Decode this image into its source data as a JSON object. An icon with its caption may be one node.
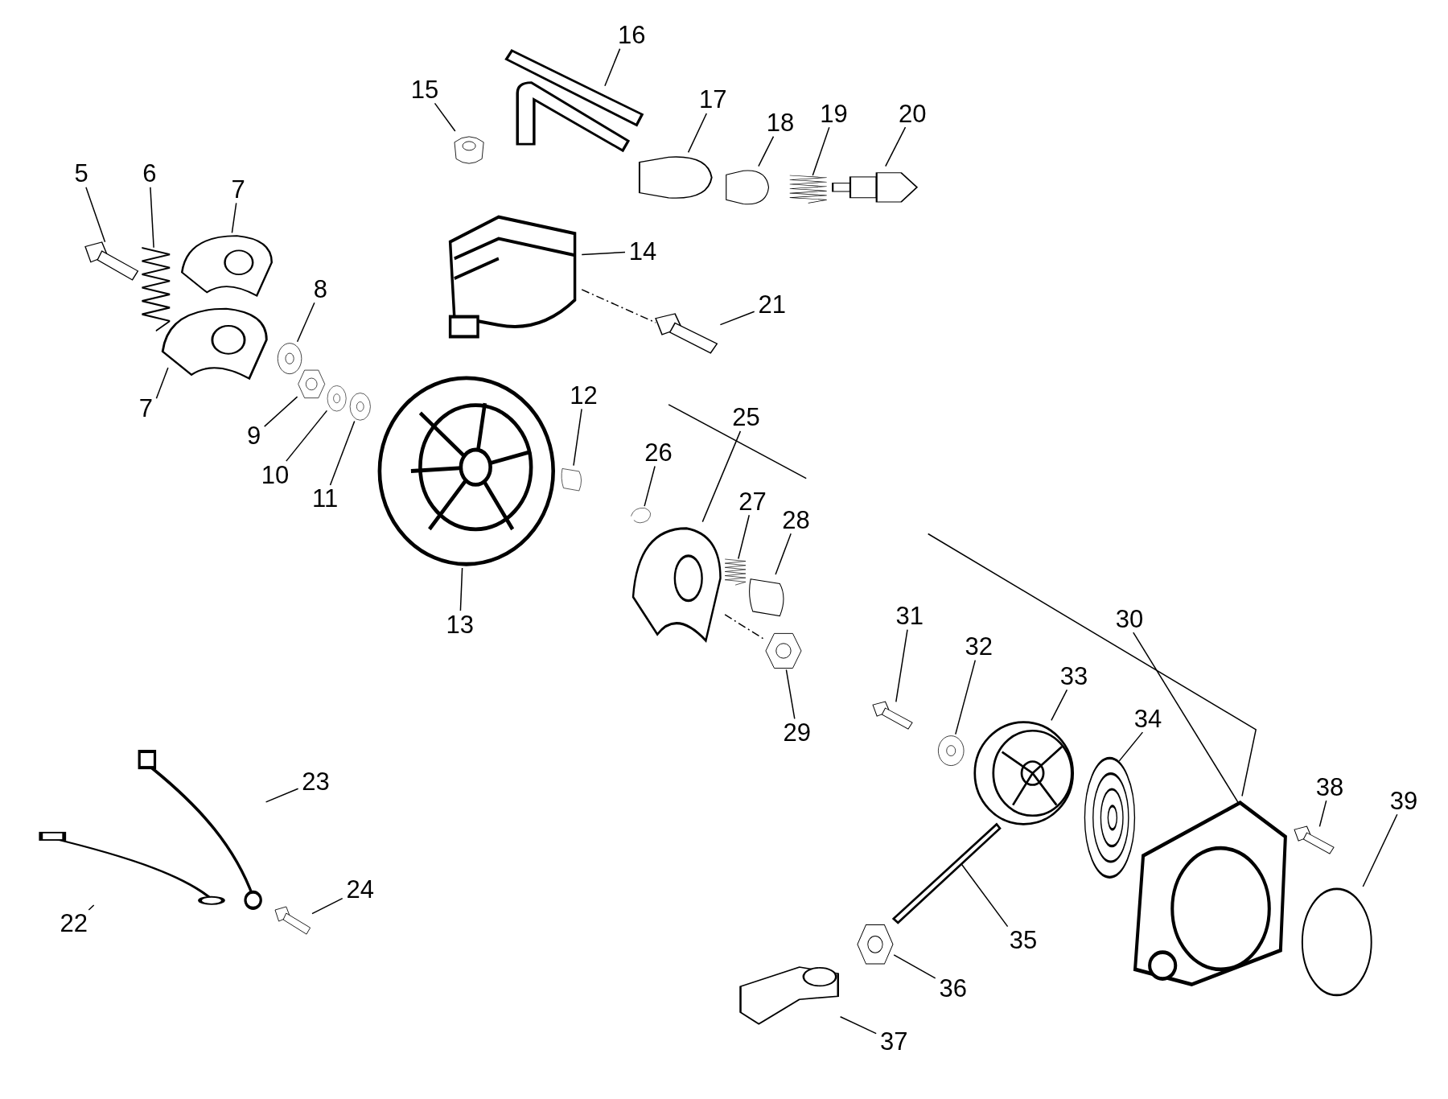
{
  "diagram": {
    "nodes": [
      {
        "text": [
          "5"
        ]
      },
      {
        "text": [],
        "shape": "bolt"
      },
      {
        "text": [
          "6"
        ]
      },
      {
        "text": [],
        "shape": "spring"
      },
      {
        "text": [
          "7"
        ]
      },
      {
        "text": [],
        "shape": "shoe"
      },
      {
        "text": [
          "8"
        ]
      },
      {
        "text": [],
        "shape": "washer"
      },
      {
        "text": [
          "7"
        ]
      },
      {
        "text": [],
        "shape": "shoe"
      },
      {
        "text": [
          "9"
        ]
      },
      {
        "text": [],
        "shape": "nut"
      },
      {
        "text": [
          "10"
        ]
      },
      {
        "text": [],
        "shape": "washer"
      },
      {
        "text": [
          "11"
        ]
      },
      {
        "text": [],
        "shape": "washer"
      },
      {
        "text": [
          "15"
        ]
      },
      {
        "text": [],
        "shape": "grommet"
      },
      {
        "text": [
          "16"
        ]
      },
      {
        "text": [],
        "shape": "tube"
      },
      {
        "text": [
          "14"
        ]
      },
      {
        "text": [],
        "shape": "coil"
      },
      {
        "text": [
          "17"
        ]
      },
      {
        "text": [],
        "shape": "cap"
      },
      {
        "text": [
          "18"
        ]
      },
      {
        "text": [],
        "shape": "cap"
      },
      {
        "text": [
          "19"
        ]
      },
      {
        "text": [],
        "shape": "spring"
      },
      {
        "text": [
          "20"
        ]
      },
      {
        "text": [],
        "shape": "plug"
      },
      {
        "text": [
          "21"
        ]
      },
      {
        "text": [],
        "shape": "bolt"
      },
      {
        "text": [
          "12"
        ]
      },
      {
        "text": [],
        "shape": "key"
      },
      {
        "text": [
          "13"
        ]
      },
      {
        "text": [],
        "shape": "flywheel"
      },
      {
        "text": [
          "25"
        ]
      },
      {
        "text": [],
        "shape": "shoe"
      },
      {
        "text": [
          "26"
        ]
      },
      {
        "text": [],
        "shape": "clip"
      },
      {
        "text": [
          "27"
        ]
      },
      {
        "text": [],
        "shape": "spring"
      },
      {
        "text": [
          "28"
        ]
      },
      {
        "text": [],
        "shape": "key"
      },
      {
        "text": [
          "29"
        ]
      },
      {
        "text": [],
        "shape": "nut"
      },
      {
        "text": [
          "22"
        ]
      },
      {
        "text": [],
        "shape": "wire"
      },
      {
        "text": [
          "23"
        ]
      },
      {
        "text": [],
        "shape": "wire"
      },
      {
        "text": [
          "24"
        ]
      },
      {
        "text": [],
        "shape": "bolt"
      },
      {
        "text": [
          "30"
        ]
      },
      {
        "text": [],
        "shape": "housing"
      },
      {
        "text": [
          "31"
        ]
      },
      {
        "text": [],
        "shape": "bolt"
      },
      {
        "text": [
          "32"
        ]
      },
      {
        "text": [],
        "shape": "washer"
      },
      {
        "text": [
          "33"
        ]
      },
      {
        "text": [],
        "shape": "pulley"
      },
      {
        "text": [
          "34"
        ]
      },
      {
        "text": [],
        "shape": "spiral"
      },
      {
        "text": [
          "35"
        ]
      },
      {
        "text": [],
        "shape": "rod"
      },
      {
        "text": [
          "36"
        ]
      },
      {
        "text": [],
        "shape": "nut"
      },
      {
        "text": [
          "37"
        ]
      },
      {
        "text": [],
        "shape": "handle"
      },
      {
        "text": [
          "38"
        ]
      },
      {
        "text": [],
        "shape": "bolt"
      },
      {
        "text": [
          "39"
        ]
      },
      {
        "text": [],
        "shape": "disk"
      }
    ],
    "edges": [
      {
        "from": 0,
        "to": 1,
        "arrow": "none"
      },
      {
        "from": 2,
        "to": 3,
        "arrow": "none"
      },
      {
        "from": 4,
        "to": 5,
        "arrow": "none"
      },
      {
        "from": 6,
        "to": 7,
        "arrow": "none"
      },
      {
        "from": 8,
        "to": 9,
        "arrow": "none"
      },
      {
        "from": 10,
        "to": 11,
        "arrow": "none"
      },
      {
        "from": 12,
        "to": 13,
        "arrow": "none"
      },
      {
        "from": 14,
        "to": 15,
        "arrow": "none"
      },
      {
        "from": 16,
        "to": 17,
        "arrow": "none"
      },
      {
        "from": 18,
        "to": 19,
        "arrow": "none"
      },
      {
        "from": 20,
        "to": 21,
        "arrow": "none"
      },
      {
        "from": 22,
        "to": 23,
        "arrow": "none"
      },
      {
        "from": 24,
        "to": 25,
        "arrow": "none"
      },
      {
        "from": 26,
        "to": 27,
        "arrow": "none"
      },
      {
        "from": 28,
        "to": 29,
        "arrow": "none"
      },
      {
        "from": 30,
        "to": 31,
        "arrow": "none"
      },
      {
        "from": 32,
        "to": 33,
        "arrow": "none"
      },
      {
        "from": 34,
        "to": 35,
        "arrow": "none"
      },
      {
        "from": 36,
        "to": 37,
        "arrow": "none"
      },
      {
        "from": 38,
        "to": 39,
        "arrow": "none"
      },
      {
        "from": 40,
        "to": 41,
        "arrow": "none"
      },
      {
        "from": 42,
        "to": 43,
        "arrow": "none"
      },
      {
        "from": 44,
        "to": 45,
        "arrow": "none"
      },
      {
        "from": 46,
        "to": 47,
        "arrow": "none"
      },
      {
        "from": 48,
        "to": 49,
        "arrow": "none"
      },
      {
        "from": 50,
        "to": 51,
        "arrow": "none"
      },
      {
        "from": 52,
        "to": 53,
        "arrow": "none"
      },
      {
        "from": 54,
        "to": 55,
        "arrow": "none"
      },
      {
        "from": 56,
        "to": 57,
        "arrow": "none"
      },
      {
        "from": 58,
        "to": 59,
        "arrow": "none"
      },
      {
        "from": 60,
        "to": 61,
        "arrow": "none"
      },
      {
        "from": 62,
        "to": 63,
        "arrow": "none"
      },
      {
        "from": 64,
        "to": 65,
        "arrow": "none"
      },
      {
        "from": 66,
        "to": 67,
        "arrow": "none"
      },
      {
        "from": 68,
        "to": 69,
        "arrow": "none"
      },
      {
        "from": 70,
        "to": 71,
        "arrow": "none"
      },
      {
        "from": 21,
        "to": 31,
        "arrow": "none",
        "style": "dashed"
      },
      {
        "from": 37,
        "to": 45,
        "arrow": "none",
        "style": "dashed"
      }
    ]
  }
}
